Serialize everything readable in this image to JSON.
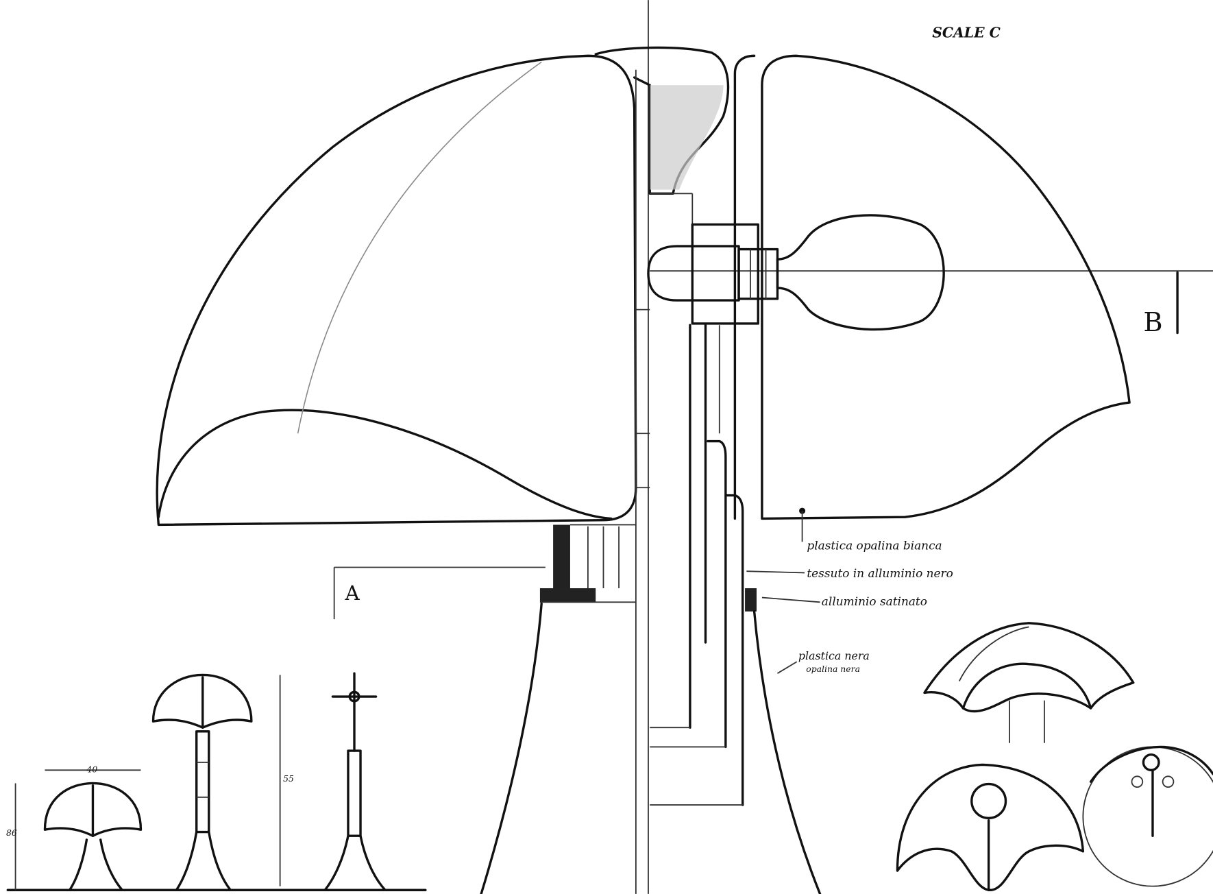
{
  "drawing": {
    "scale_note": "SCALE C",
    "section_labels": [
      "A",
      "B"
    ],
    "annotations": [
      "plastica opalina bianca",
      "tessuto in alluminio nero",
      "alluminio satinato",
      "plastica nera",
      "opalina nera"
    ],
    "dimension_labels": [
      "40",
      "55",
      "86"
    ]
  }
}
